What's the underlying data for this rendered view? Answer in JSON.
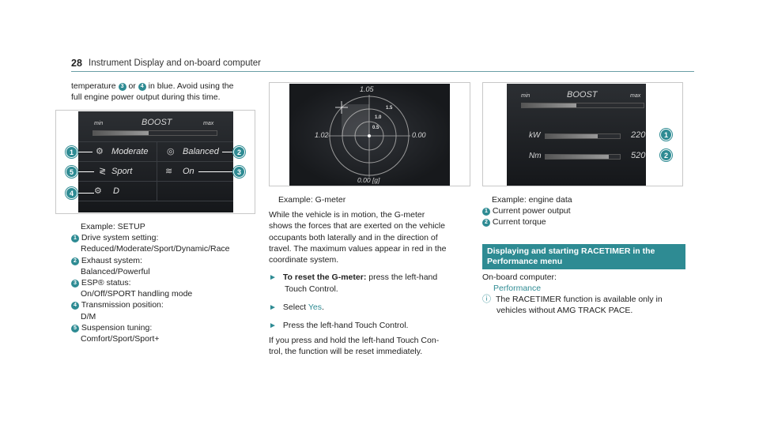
{
  "header": {
    "page_number": "28",
    "title": "Instrument Display and on-board computer"
  },
  "col1": {
    "intro_a": "temperature",
    "intro_n1": "3",
    "intro_or": "or",
    "intro_n2": "4",
    "intro_b": "in blue. Avoid using the",
    "intro_line2": "full engine power output during this time.",
    "caption": "Example: SETUP",
    "items": [
      {
        "n": "1",
        "label": "Drive system setting:",
        "value": "Reduced/Moderate/Sport/Dynamic/Race"
      },
      {
        "n": "2",
        "label": "Exhaust system:",
        "value": "Balanced/Powerful"
      },
      {
        "n": "3",
        "label": "ESP® status:",
        "value": "On/Off/SPORT handling mode"
      },
      {
        "n": "4",
        "label": "Transmission position:",
        "value": "D/M"
      },
      {
        "n": "5",
        "label": "Suspension tuning:",
        "value": "Comfort/Sport/Sport+"
      }
    ]
  },
  "setup_screen": {
    "min": "min",
    "boost": "BOOST",
    "max": "max",
    "boost_level": 0.45,
    "row1_left": "Moderate",
    "row1_right": "Balanced",
    "row2_left": "Sport",
    "row2_right": "On",
    "row3_left": "D",
    "callouts": [
      "1",
      "2",
      "5",
      "3",
      "4"
    ]
  },
  "gmeter_screen": {
    "top": "1.05",
    "left": "1.02",
    "right": "0.00",
    "bottom": "0.00 [g]",
    "ring_labels": [
      "1.5",
      "1.0",
      "0.5"
    ]
  },
  "col2": {
    "caption": "Example: G-meter",
    "para1": [
      "While the vehicle is in motion, the G-meter",
      "shows the forces that are exerted on the vehicle",
      "occupants both laterally and in the direction of",
      "travel. The maximum values appear in red in the",
      "coordinate system."
    ],
    "step1_bold": "To reset the G-meter:",
    "step1_rest": "press the left-hand",
    "step1_line2": "Touch Control.",
    "step2_a": "Select",
    "step2_link": "Yes",
    "step2_b": ".",
    "step3": "Press the left-hand Touch Control.",
    "para2_line1": "If you press and hold the left-hand Touch Con-",
    "para2_line2": "trol, the function will be reset immediately."
  },
  "engine_screen": {
    "min": "min",
    "boost": "BOOST",
    "max": "max",
    "boost_level": 0.45,
    "kw_label": "kW",
    "kw_value": "220",
    "kw_level": 0.7,
    "nm_label": "Nm",
    "nm_value": "520",
    "nm_level": 0.85,
    "callouts": [
      "1",
      "2"
    ]
  },
  "col3": {
    "caption": "Example: engine data",
    "items": [
      {
        "n": "1",
        "text": "Current power output"
      },
      {
        "n": "2",
        "text": "Current torque"
      }
    ],
    "heading_line1": "Displaying and starting RACETIMER in the",
    "heading_line2": "Performance menu",
    "onboard": "On-board computer:",
    "menu_link": "Performance",
    "note_line1": "The RACETIMER function is available only in",
    "note_line2": "vehicles without AMG TRACK PACE."
  }
}
